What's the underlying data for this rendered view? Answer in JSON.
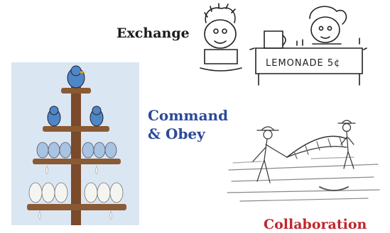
{
  "labels": {
    "exchange": "Exchange",
    "command_line1": "Command",
    "command_line2": "& Obey",
    "collaboration": "Collaboration"
  },
  "sign_text": "LEMONADE 5¢",
  "colors": {
    "command": "#2c4a9a",
    "collaboration": "#c0272d",
    "exchange": "#1a1a1a",
    "bird_blue": "#4f86c6",
    "sky_panel": "#dbe6f3",
    "trunk": "#7a4a2a"
  }
}
